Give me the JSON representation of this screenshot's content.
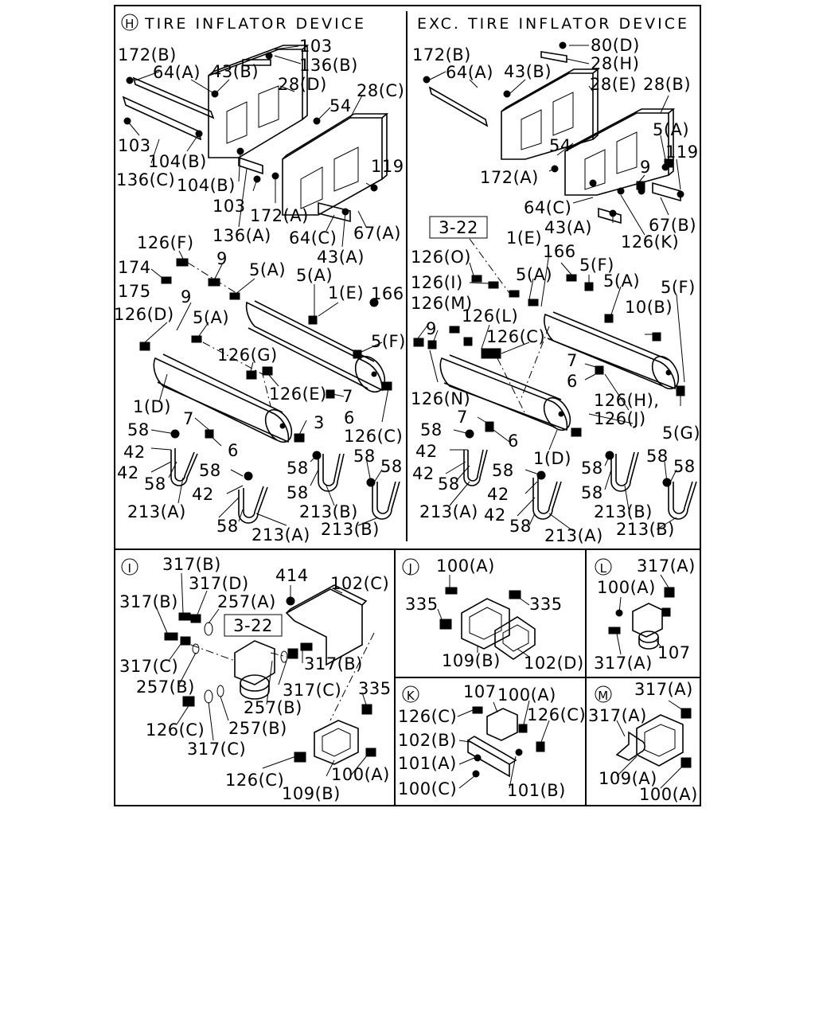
{
  "panels": {
    "h": {
      "badge": "H",
      "title": "TIRE INFLATOR DEVICE",
      "labels": [
        "103",
        "136(B)",
        "172(B)",
        "64(A)",
        "43(B)",
        "28(D)",
        "28(C)",
        "54",
        "103",
        "104(B)",
        "136(C)",
        "104(B)",
        "119",
        "103",
        "172(A)",
        "136(A)",
        "64(C)",
        "67(A)",
        "43(A)",
        "126(F)",
        "9",
        "174",
        "175",
        "5(A)",
        "5(A)",
        "1(E)",
        "166",
        "126(D)",
        "9",
        "5(A)",
        "5(F)",
        "126(G)",
        "126(E)",
        "7",
        "6",
        "1(D)",
        "7",
        "3",
        "126(C)",
        "58",
        "6",
        "42",
        "58",
        "58",
        "42",
        "58",
        "213(A)",
        "42",
        "58",
        "213(B)",
        "213(B)",
        "58",
        "213(A)"
      ]
    },
    "exc": {
      "title": "EXC. TIRE INFLATOR DEVICE",
      "boxed": "3-22",
      "labels": [
        "80(D)",
        "28(H)",
        "172(B)",
        "64(A)",
        "43(B)",
        "28(E)",
        "28(B)",
        "54",
        "5(A)",
        "119",
        "172(A)",
        "9",
        "64(C)",
        "67(B)",
        "43(A)",
        "126(K)",
        "1(E)",
        "166",
        "5(F)",
        "126(O)",
        "126(I)",
        "5(A)",
        "5(A)",
        "5(F)",
        "126(M)",
        "126(L)",
        "10(B)",
        "9",
        "126(C)",
        "7",
        "6",
        "126(N)",
        "126(H),",
        "126(J)",
        "7",
        "5(G)",
        "58",
        "6",
        "42",
        "1(D)",
        "42",
        "58",
        "58",
        "58",
        "58",
        "58",
        "42",
        "213(A)",
        "42",
        "213(B)",
        "58",
        "213(A)",
        "213(B)"
      ]
    },
    "i": {
      "badge": "I",
      "boxed": "3-22",
      "labels": [
        "317(B)",
        "317(D)",
        "414",
        "102(C)",
        "317(B)",
        "257(A)",
        "317(C)",
        "317(B)",
        "257(B)",
        "317(C)",
        "335",
        "257(B)",
        "126(C)",
        "257(B)",
        "317(C)",
        "126(C)",
        "100(A)",
        "109(B)"
      ]
    },
    "j": {
      "badge": "J",
      "labels": [
        "100(A)",
        "335",
        "335",
        "109(B)",
        "102(D)"
      ]
    },
    "k": {
      "badge": "K",
      "labels": [
        "107",
        "100(A)",
        "126(C)",
        "126(C)",
        "102(B)",
        "101(A)",
        "100(C)",
        "101(B)"
      ]
    },
    "l": {
      "badge": "L",
      "labels": [
        "317(A)",
        "100(A)",
        "107",
        "317(A)"
      ]
    },
    "m": {
      "badge": "M",
      "labels": [
        "317(A)",
        "317(A)",
        "109(A)",
        "100(A)"
      ]
    }
  }
}
